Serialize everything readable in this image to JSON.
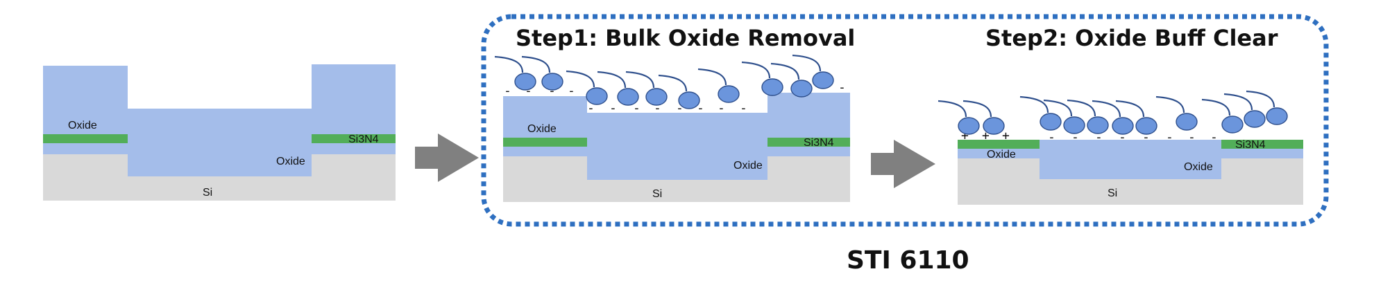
{
  "colors": {
    "oxide": "#a4bdea",
    "si3n4": "#52ae59",
    "si": "#d9d9d9",
    "arrow": "#808080",
    "particle": "#6b95dc",
    "particle_stroke": "#2e4f8c",
    "frame": "#2e6fc0"
  },
  "icons": {
    "particle": "abrasive-particle-with-tail-icon",
    "arrow": "process-arrow-icon"
  },
  "panel1": {
    "oxide_top": "Oxide",
    "oxide_trench": "Oxide",
    "si3n4": "Si3N4",
    "si": "Si"
  },
  "panel2": {
    "title": "Step1: Bulk Oxide Removal",
    "oxide_top": "Oxide",
    "oxide_trench": "Oxide",
    "si3n4": "Si3N4",
    "si": "Si",
    "charge": "-"
  },
  "panel3": {
    "title": "Step2: Oxide Buff Clear",
    "oxide_top": "Oxide",
    "oxide_trench": "Oxide",
    "si3n4": "Si3N4",
    "si": "Si",
    "charge_pos": "+",
    "charge_neg": "-"
  },
  "caption": "STI 6110"
}
